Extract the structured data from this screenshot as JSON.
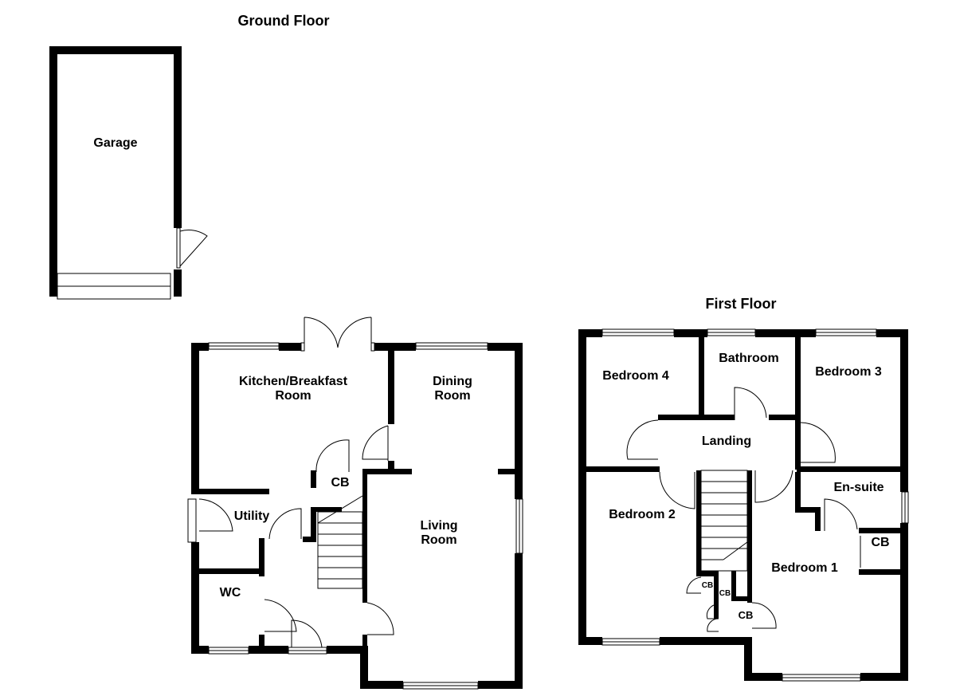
{
  "titles": {
    "ground": "Ground Floor",
    "first": "First Floor"
  },
  "rooms": {
    "garage": "Garage",
    "kitchen_line1": "Kitchen/Breakfast",
    "kitchen_line2": "Room",
    "dining_line1": "Dining",
    "dining_line2": "Room",
    "living_line1": "Living",
    "living_line2": "Room",
    "utility": "Utility",
    "wc": "WC",
    "cb_ground": "CB",
    "bedroom4": "Bedroom 4",
    "bathroom": "Bathroom",
    "bedroom3": "Bedroom 3",
    "landing": "Landing",
    "ensuite": "En-suite",
    "bedroom2": "Bedroom 2",
    "bedroom1": "Bedroom 1",
    "cb_first_ensuite": "CB",
    "cb_first_a": "CB",
    "cb_first_b": "CB",
    "cb_first_c": "CB"
  }
}
